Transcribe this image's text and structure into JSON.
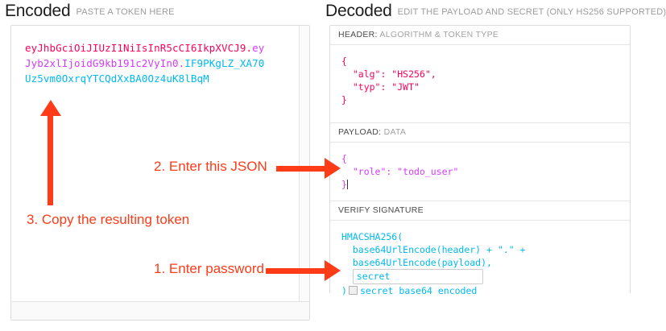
{
  "encoded": {
    "title": "Encoded",
    "subtitle": "PASTE A TOKEN HERE",
    "token": {
      "header": "eyJhbGciOiJIUzI1NiIsInR5cCI6IkpXVCJ9",
      "dot1": ".",
      "payload": "eyJyb2xlIjoidG9kb191c2VyIn0",
      "dot2": ".",
      "signature": "IF9PKgLZ_XA70Uz5vm0OxrqYTCQdXxBA0Oz4uK8lBqM"
    },
    "colors": {
      "header": "#fb015b",
      "payload": "#d63aff",
      "signature": "#00b9f1"
    }
  },
  "decoded": {
    "title": "Decoded",
    "subtitle": "EDIT THE PAYLOAD AND SECRET (ONLY HS256 SUPPORTED)",
    "header_section": {
      "label_strong": "HEADER:",
      "label_rest": " ALGORITHM & TOKEN TYPE",
      "body": "{\n  \"alg\": \"HS256\",\n  \"typ\": \"JWT\"\n}"
    },
    "payload_section": {
      "label_strong": "PAYLOAD:",
      "label_rest": " DATA",
      "body": "{\n  \"role\": \"todo_user\"\n}"
    },
    "signature_section": {
      "label_strong": "VERIFY SIGNATURE",
      "label_rest": "",
      "line1": "HMACSHA256(",
      "line2": "  base64UrlEncode(header) + \".\" +",
      "line3": "  base64UrlEncode(payload),",
      "secret_value": "secret",
      "secret_placeholder": "secret",
      "close_paren": ")",
      "base64_label": "secret base64 encoded",
      "base64_checked": false
    }
  },
  "annotations": {
    "color": "#ff3b18",
    "step1": "1. Enter password",
    "step2": "2. Enter this JSON",
    "step3": "3. Copy the resulting token"
  }
}
